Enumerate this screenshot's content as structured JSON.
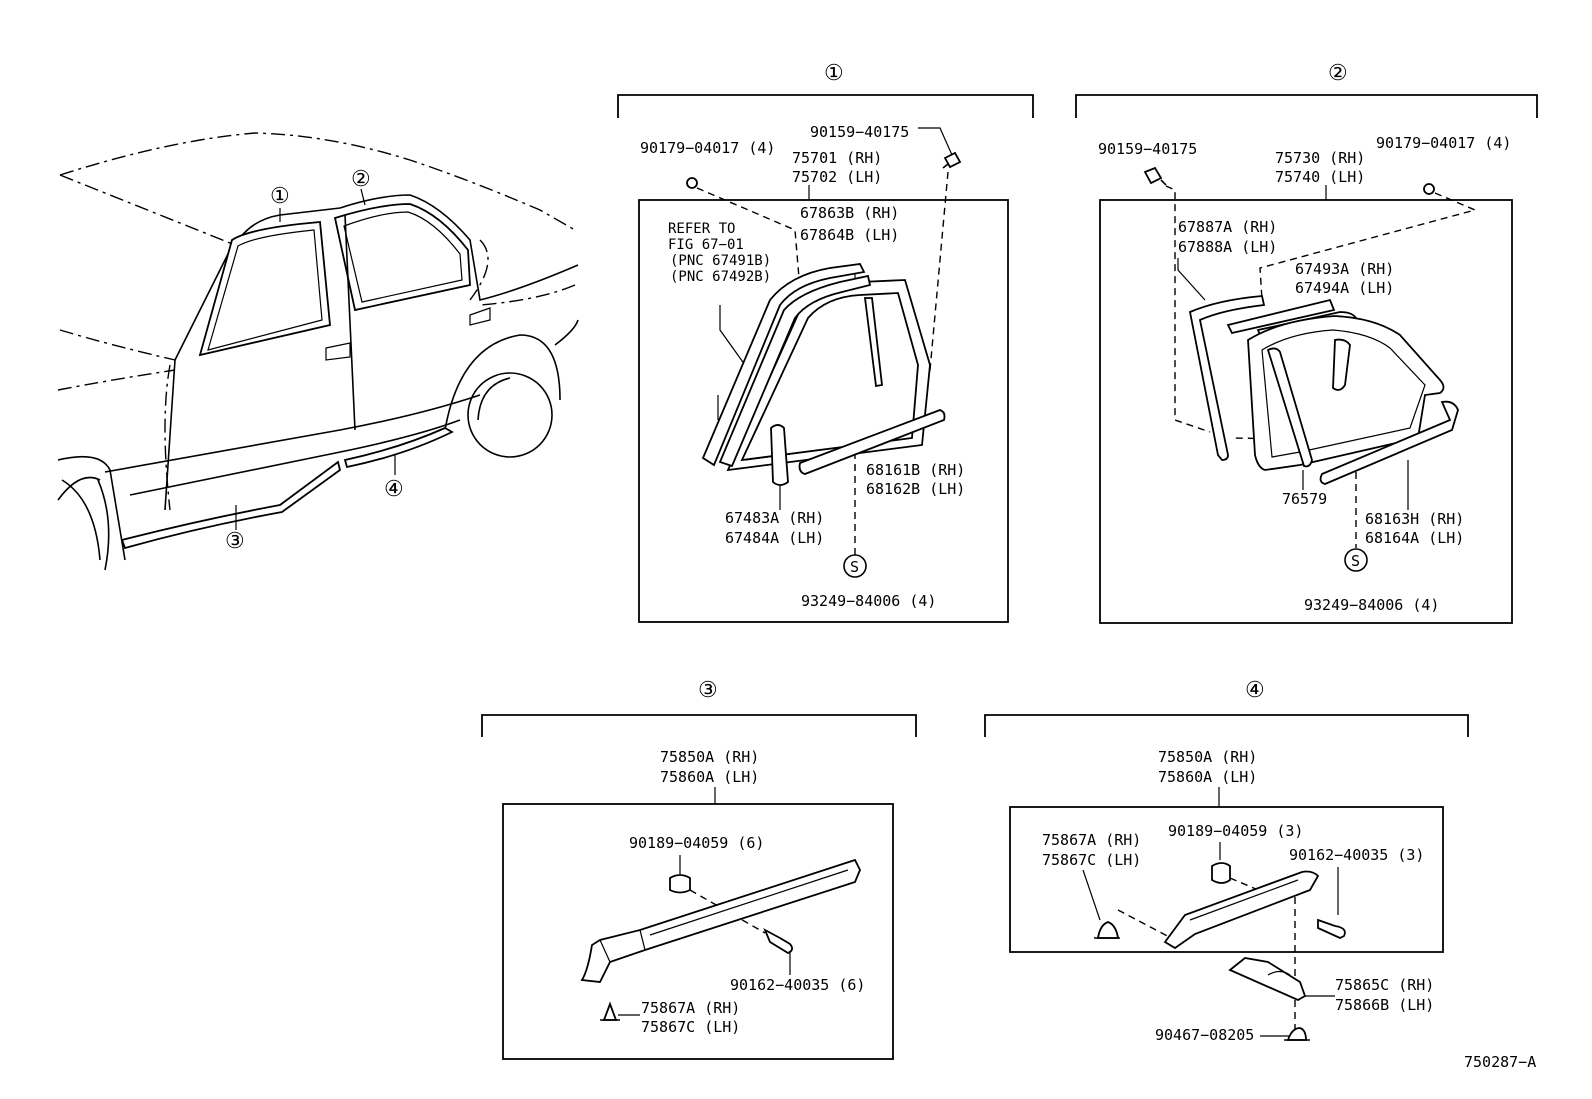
{
  "sections": {
    "s1": {
      "marker": "①"
    },
    "s2": {
      "marker": "②"
    },
    "s3": {
      "marker": "③"
    },
    "s4": {
      "marker": "④"
    }
  },
  "car_callouts": [
    "①",
    "②",
    "③",
    "④"
  ],
  "fig1": {
    "clip_a": "90179−04017 (4)",
    "bolt_a": "90159−40175",
    "main_rh": "75701 (RH)",
    "main_lh": "75702 (LH)",
    "seal_rh": "67863B (RH)",
    "seal_lh": "67864B (LH)",
    "refer1": "REFER TO",
    "refer2": "FIG 67−01",
    "refer3": "(PNC 67491B)",
    "refer4": "(PNC 67492B)",
    "sash_rh": "67483A (RH)",
    "sash_lh": "67484A (LH)",
    "belt_rh": "68161B (RH)",
    "belt_lh": "68162B (LH)",
    "s_marker": "S",
    "screw": "93249−84006 (4)"
  },
  "fig2": {
    "bolt_a": "90159−40175",
    "main_rh": "75730 (RH)",
    "main_lh": "75740 (LH)",
    "clip_a": "90179−04017 (4)",
    "seal_rh": "67887A (RH)",
    "seal_lh": "67888A (LH)",
    "frame_rh": "67493A (RH)",
    "frame_lh": "67494A (LH)",
    "part": "76579",
    "belt_rh": "68163H (RH)",
    "belt_lh": "68164A (LH)",
    "s_marker": "S",
    "screw": "93249−84006 (4)"
  },
  "fig3": {
    "main_rh": "75850A (RH)",
    "main_lh": "75860A (LH)",
    "clip": "90189−04059 (6)",
    "screw": "90162−40035 (6)",
    "fast_rh": "75867A (RH)",
    "fast_lh": "75867C (LH)"
  },
  "fig4": {
    "main_rh": "75850A (RH)",
    "main_lh": "75860A (LH)",
    "fast_rh": "75867A (RH)",
    "fast_lh": "75867C (LH)",
    "clip": "90189−04059 (3)",
    "screw": "90162−40035 (3)",
    "pad_rh": "75865C (RH)",
    "pad_lh": "75866B (LH)",
    "bolt": "90467−08205"
  },
  "figure_code": "750287−A"
}
